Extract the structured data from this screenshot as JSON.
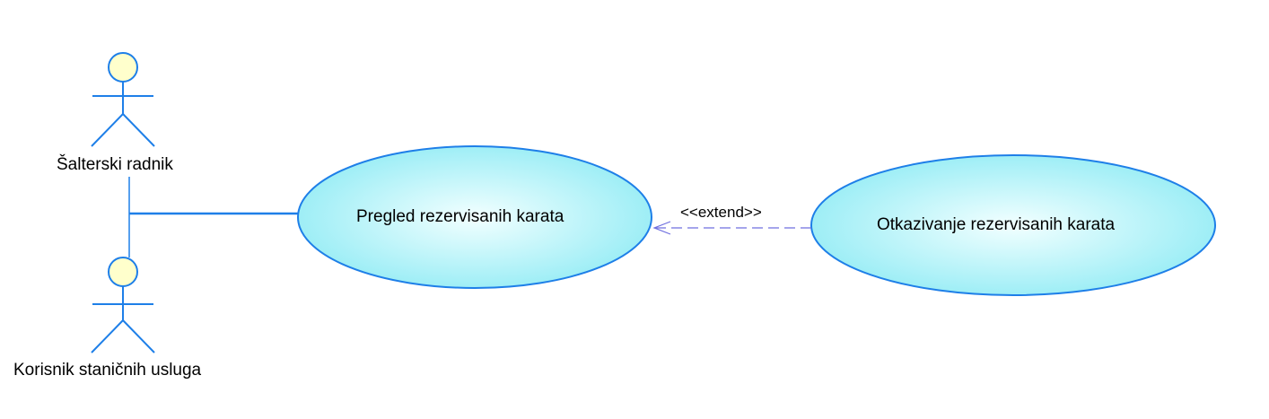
{
  "actors": {
    "salterski": {
      "name": "Šalterski radnik"
    },
    "korisnik": {
      "name": "Korisnik staničnih usluga"
    }
  },
  "use_cases": {
    "pregled": {
      "name": "Pregled rezervisanih karata"
    },
    "otkazivanje": {
      "name": "Otkazivanje rezervisanih karata"
    }
  },
  "relations": {
    "extend": {
      "stereotype": "<<extend>>"
    }
  },
  "colors": {
    "line": "#1e7fe8",
    "actor_head_fill": "#ffffcc",
    "use_case_fill_center": "#f2ffff",
    "use_case_fill_edge": "#9eeef6",
    "extend_line": "#6f6fdf"
  }
}
